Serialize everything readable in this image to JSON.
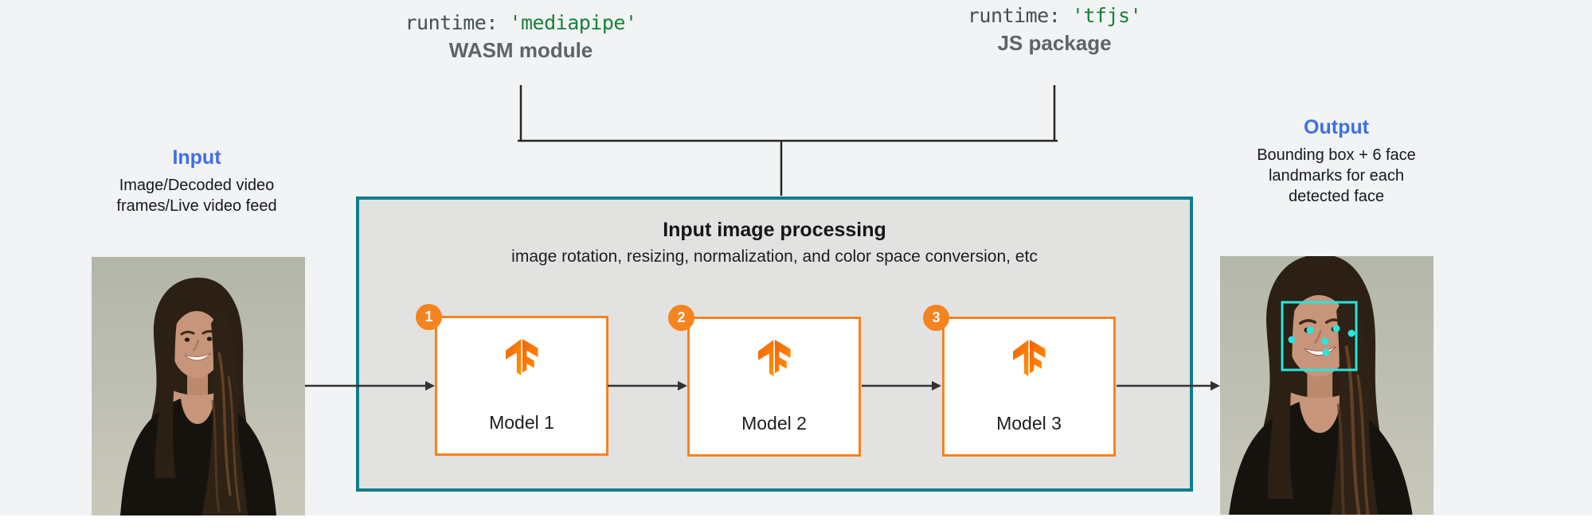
{
  "diagram": {
    "runtimes": [
      {
        "id": "mediapipe",
        "code_keyword": "runtime: ",
        "code_value": "'mediapipe'",
        "caption": "WASM module"
      },
      {
        "id": "tfjs",
        "code_keyword": "runtime: ",
        "code_value": "'tfjs'",
        "caption": "JS package"
      }
    ],
    "input": {
      "title": "Input",
      "line1": "Image/Decoded video",
      "line2": "frames/Live video feed"
    },
    "output": {
      "title": "Output",
      "line1": "Bounding box + 6 face",
      "line2": "landmarks for each",
      "line3": "detected face"
    },
    "processing": {
      "title": "Input image processing",
      "subtitle": "image rotation, resizing, normalization, and color space conversion, etc"
    },
    "models": [
      {
        "badge": "1",
        "label": "Model 1",
        "icon": "tensorflow-logo"
      },
      {
        "badge": "2",
        "label": "Model 2",
        "icon": "tensorflow-logo"
      },
      {
        "badge": "3",
        "label": "Model 3",
        "icon": "tensorflow-logo"
      }
    ],
    "output_overlay": {
      "icon": "face-bounding-box",
      "landmark_count": "6"
    },
    "colors": {
      "background": "#f1f3f4",
      "accent_blue": "#3e6fe4",
      "code_green": "#188038",
      "code_gray": "#424f57",
      "caption_gray": "#5f6368",
      "teal_border": "#0e7f8d",
      "process_fill": "#e2e2e1",
      "orange": "#f5831f",
      "arrow": "#333333",
      "landmark_cyan": "#28e5df"
    }
  }
}
